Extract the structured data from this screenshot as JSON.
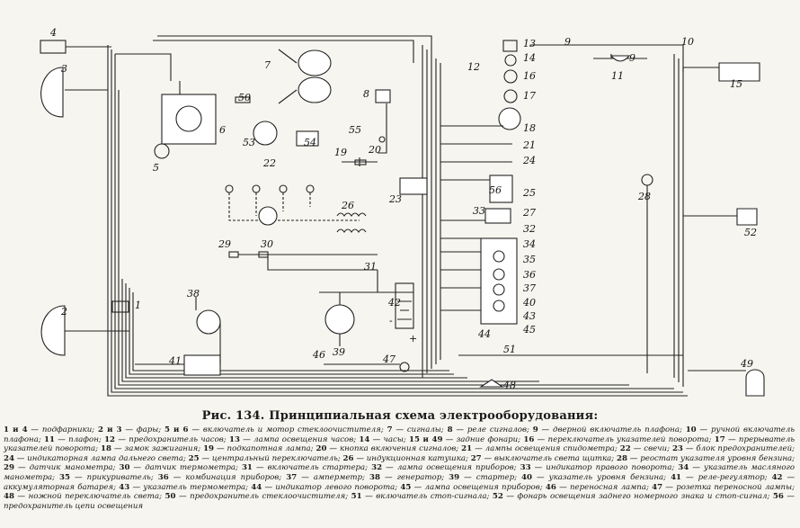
{
  "caption": "Рис. 134. Принципиальная схема электрооборудования:",
  "legend": [
    {
      "num": "1 и 4",
      "text": "подфарники;"
    },
    {
      "num": "2 и 3",
      "text": "фары;"
    },
    {
      "num": "5 и 6",
      "text": "включатель и мотор стеклоочистителя;"
    },
    {
      "num": "7",
      "text": "сигналы;"
    },
    {
      "num": "8",
      "text": "реле сигналов;"
    },
    {
      "num": "9",
      "text": "дверной включатель плафона;"
    },
    {
      "num": "10",
      "text": "ручной включатель плафона;"
    },
    {
      "num": "11",
      "text": "плафон;"
    },
    {
      "num": "12",
      "text": "предохранитель часов;"
    },
    {
      "num": "13",
      "text": "лампа освещения часов;"
    },
    {
      "num": "14",
      "text": "часы;"
    },
    {
      "num": "15 и 49",
      "text": "задние фонари;"
    },
    {
      "num": "16",
      "text": "переключатель указателей поворота;"
    },
    {
      "num": "17",
      "text": "прерыватель указателей поворота;"
    },
    {
      "num": "18",
      "text": "замок зажигания;"
    },
    {
      "num": "19",
      "text": "подкапотная лампа;"
    },
    {
      "num": "20",
      "text": "кнопка включения сигналов;"
    },
    {
      "num": "21",
      "text": "лампы освещения спидометра;"
    },
    {
      "num": "22",
      "text": "свечи;"
    },
    {
      "num": "23",
      "text": "блок предохранителей;"
    },
    {
      "num": "24",
      "text": "индикаторная лампа дальнего света;"
    },
    {
      "num": "25",
      "text": "центральный переключатель;"
    },
    {
      "num": "26",
      "text": "индукционная катушка;"
    },
    {
      "num": "27",
      "text": "выключатель света щитка;"
    },
    {
      "num": "28",
      "text": "реостат указателя уровня бензина;"
    },
    {
      "num": "29",
      "text": "датчик манометра;"
    },
    {
      "num": "30",
      "text": "датчик термометра;"
    },
    {
      "num": "31",
      "text": "включатель стартера;"
    },
    {
      "num": "32",
      "text": "лампа освещения приборов;"
    },
    {
      "num": "33",
      "text": "индикатор правого поворота;"
    },
    {
      "num": "34",
      "text": "указатель масляного манометра;"
    },
    {
      "num": "35",
      "text": "прикуриватель;"
    },
    {
      "num": "36",
      "text": "комбинация приборов;"
    },
    {
      "num": "37",
      "text": "амперметр;"
    },
    {
      "num": "38",
      "text": "генератор;"
    },
    {
      "num": "39",
      "text": "стартер;"
    },
    {
      "num": "40",
      "text": "указатель уровня бензина;"
    },
    {
      "num": "41",
      "text": "реле-регулятор;"
    },
    {
      "num": "42",
      "text": "аккумуляторная батарея;"
    },
    {
      "num": "43",
      "text": "указатель термометра;"
    },
    {
      "num": "44",
      "text": "индикатор левого поворота;"
    },
    {
      "num": "45",
      "text": "лампа освещения приборов;"
    },
    {
      "num": "46",
      "text": "переносная лампа;"
    },
    {
      "num": "47",
      "text": "розетка переносной лампы;"
    },
    {
      "num": "48",
      "text": "ножной переключатель света;"
    },
    {
      "num": "50",
      "text": "предохранитель стеклоочистителя;"
    },
    {
      "num": "51",
      "text": "включатель стоп-сигнала;"
    },
    {
      "num": "52",
      "text": "фонарь освещения заднего номерного знака и стоп-сигнал;"
    },
    {
      "num": "56",
      "text": "предохранитель цепи освещения"
    }
  ],
  "labels": [
    "1",
    "2",
    "3",
    "4",
    "5",
    "6",
    "7",
    "8",
    "9",
    "9",
    "10",
    "11",
    "12",
    "13",
    "14",
    "15",
    "16",
    "17",
    "18",
    "19",
    "20",
    "21",
    "22",
    "23",
    "24",
    "25",
    "26",
    "27",
    "28",
    "29",
    "30",
    "31",
    "32",
    "33",
    "34",
    "35",
    "36",
    "37",
    "38",
    "39",
    "40",
    "41",
    "42",
    "43",
    "44",
    "45",
    "46",
    "47",
    "48",
    "49",
    "50",
    "51",
    "52",
    "53",
    "54",
    "55",
    "56",
    "+",
    "-"
  ]
}
